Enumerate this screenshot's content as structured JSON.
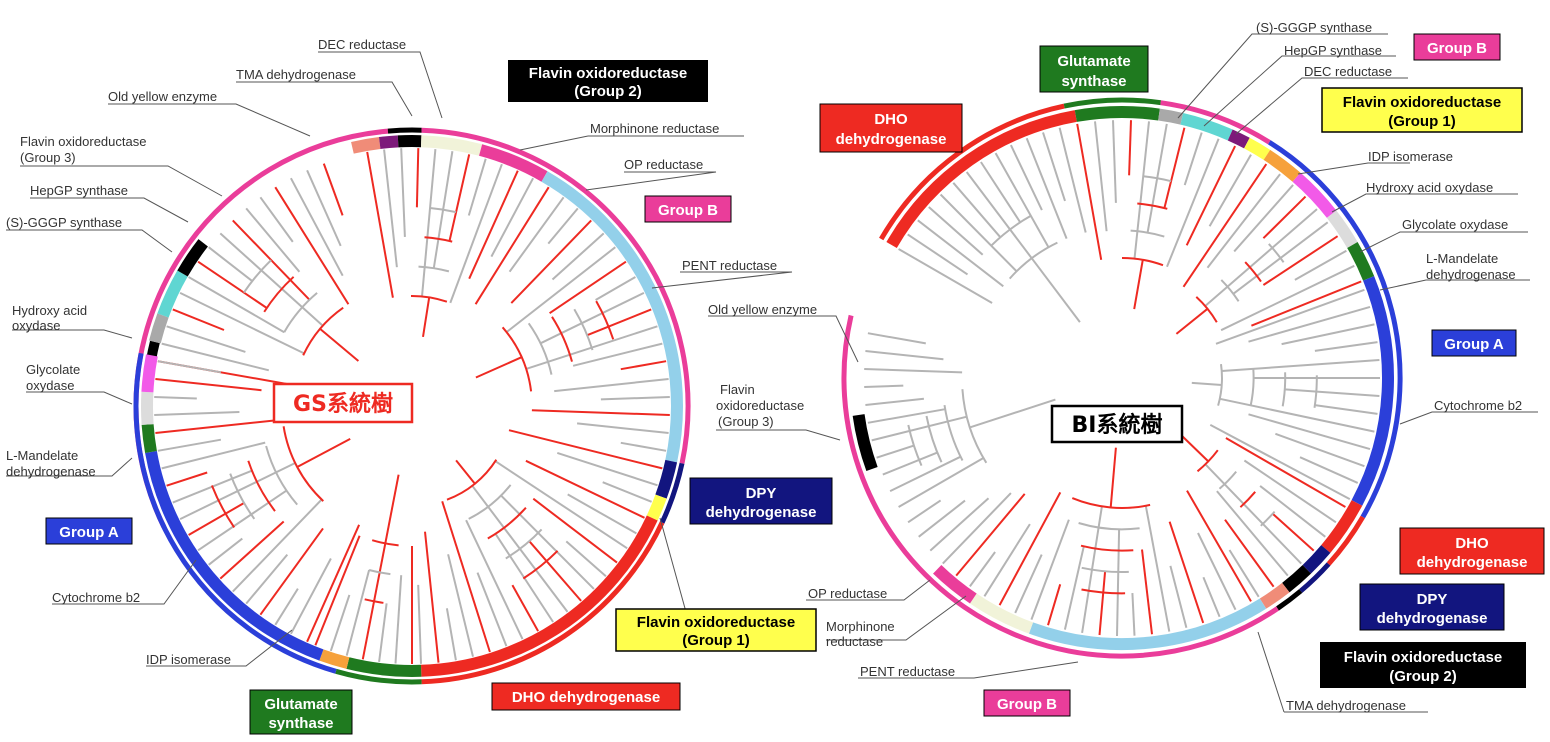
{
  "colors": {
    "red": "#ee2a22",
    "magenta": "#ea3d9a",
    "blue": "#2b3fd9",
    "navy": "#12157f",
    "black": "#000000",
    "yellow": "#ffff4d",
    "green": "#1f7a1f",
    "lightblue": "#93d0ea",
    "salmon": "#f08c78",
    "purple": "#7d1a7a",
    "ivory": "#f1f3d9",
    "orange": "#f6a13b",
    "cyan": "#5fd6d2",
    "grey": "#a9a9a9",
    "lightgrey": "#dcdcdc",
    "pink": "#f25ae8",
    "branch_grey": "#b4b4b4"
  },
  "left_tree": {
    "center_label": "GS系統樹",
    "labels": {
      "dec_reductase": "DEC reductase",
      "tma_dehydrogenase": "TMA dehydrogenase",
      "old_yellow_enzyme": "Old yellow enzyme",
      "flavin_ox_group3_line1": "Flavin oxidoreductase",
      "flavin_ox_group3_line2": "(Group 3)",
      "hepgp_synthase": "HepGP synthase",
      "sgggp_synthase": "(S)-GGGP synthase",
      "hydroxy_acid_line1": "Hydroxy acid",
      "hydroxy_acid_line2": "oxydase",
      "glycolate_line1": "Glycolate",
      "glycolate_line2": "oxydase",
      "mandelate_line1": "L-Mandelate",
      "mandelate_line2": "dehydrogenase",
      "cytochrome_b2": "Cytochrome b2",
      "idp_isomerase": "IDP isomerase",
      "morphinone_reductase": "Morphinone reductase",
      "op_reductase": "OP reductase",
      "pent_reductase": "PENT reductase"
    },
    "boxes": {
      "flavin_group2_line1": "Flavin oxidoreductase",
      "flavin_group2_line2": "(Group 2)",
      "group_b": "Group B",
      "dpy_line1": "DPY",
      "dpy_line2": "dehydrogenase",
      "flavin_group1_line1": "Flavin oxidoreductase",
      "flavin_group1_line2": "(Group 1)",
      "dho": "DHO dehydrogenase",
      "glutamate_line1": "Glutamate",
      "glutamate_line2": "synthase",
      "group_a": "Group A"
    }
  },
  "right_tree": {
    "center_label": "BI系統樹",
    "labels": {
      "sgggp_synthase": "(S)-GGGP synthase",
      "hepgp_synthase": "HepGP synthase",
      "dec_reductase": "DEC reductase",
      "idp_isomerase": "IDP isomerase",
      "hydroxy_acid": "Hydroxy acid oxydase",
      "glycolate": "Glycolate oxydase",
      "mandelate_line1": "L-Mandelate",
      "mandelate_line2": "dehydrogenase",
      "cytochrome_b2": "Cytochrome b2",
      "old_yellow_enzyme": "Old yellow enzyme",
      "flavin_group3_line1": "Flavin",
      "flavin_group3_line2": "oxidoreductase",
      "flavin_group3_line3": "(Group 3)",
      "op_reductase": "OP reductase",
      "morphinone_line1": "Morphinone",
      "morphinone_line2": "reductase",
      "pent_reductase": "PENT reductase",
      "tma_dehydrogenase": "TMA dehydrogenase"
    },
    "boxes": {
      "glutamate_line1": "Glutamate",
      "glutamate_line2": "synthase",
      "group_b_top": "Group B",
      "dho_top_line1": "DHO",
      "dho_top_line2": "dehydrogenase",
      "flavin_group1_line1": "Flavin oxidoreductase",
      "flavin_group1_line2": "(Group 1)",
      "group_a": "Group A",
      "dho_line1": "DHO",
      "dho_line2": "dehydrogenase",
      "dpy_line1": "DPY",
      "dpy_line2": "dehydrogenase",
      "flavin_group2_line1": "Flavin oxidoreductase",
      "flavin_group2_line2": "(Group 2)",
      "group_b_bottom": "Group B"
    }
  }
}
